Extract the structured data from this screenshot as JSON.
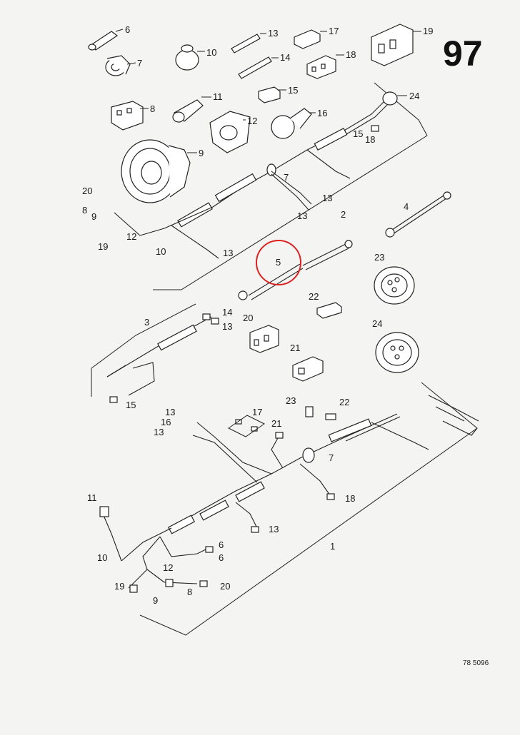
{
  "page": {
    "number": "97",
    "doc_ref": "78 5096",
    "highlight_color": "#d22222"
  },
  "callouts": {
    "c6a": "6",
    "c7a": "7",
    "c8a": "8",
    "c9a": "9",
    "c10a": "10",
    "c11a": "11",
    "c12a": "12",
    "c13a": "13",
    "c14a": "14",
    "c15a": "15",
    "c16a": "16",
    "c17a": "17",
    "c18a": "18",
    "c19a": "19",
    "c24a": "24",
    "c15b": "15",
    "c18b": "18",
    "c7b": "7",
    "c13b": "13",
    "c13c": "13",
    "c2": "2",
    "c20a": "20",
    "c8b": "8",
    "c9b": "9",
    "c19b": "19",
    "c12b": "12",
    "c10b": "10",
    "c13d": "13",
    "c4": "4",
    "c5": "5",
    "c23a": "23",
    "c22a": "22",
    "c24b": "24",
    "c3": "3",
    "c14b": "14",
    "c13e": "13",
    "c20b": "20",
    "c21a": "21",
    "c15c": "15",
    "c13f": "13",
    "c17b": "17",
    "c16b": "16",
    "c13g": "13",
    "c21b": "21",
    "c23b": "23",
    "c22b": "22",
    "c7c": "7",
    "c18c": "18",
    "c13h": "13",
    "c1": "1",
    "c11b": "11",
    "c6b": "6",
    "c6c": "6",
    "c10c": "10",
    "c12c": "12",
    "c19c": "19",
    "c8c": "8",
    "c9c": "9",
    "c20c": "20"
  }
}
